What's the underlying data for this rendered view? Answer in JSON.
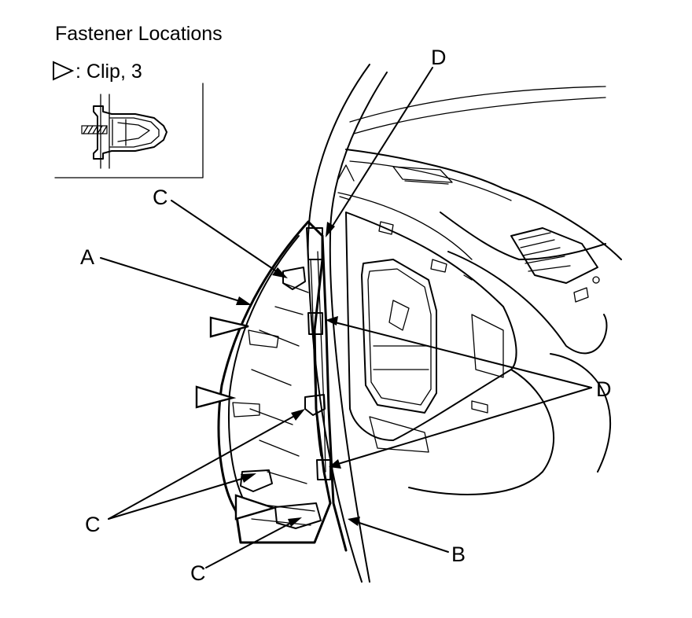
{
  "title": "Fastener Locations",
  "legend": {
    "symbol": "clip-triangle-icon",
    "text": ": Clip, 3"
  },
  "callouts": {
    "A": "A",
    "B": "B",
    "C_top": "C",
    "C_middle": "C",
    "C_bottom": "C",
    "D_top": "D",
    "D_right": "D"
  }
}
